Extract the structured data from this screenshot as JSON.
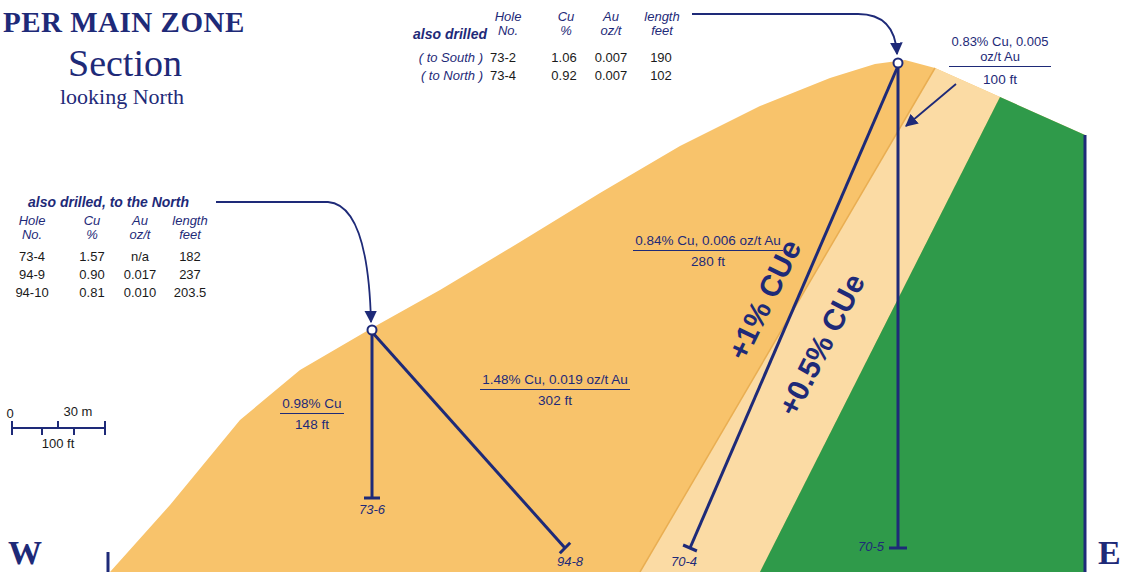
{
  "diagram": {
    "title": "PER MAIN ZONE",
    "labels": [
      "Section",
      "looking North",
      "also drilled",
      "Hole No.",
      "Cu %",
      "Au oz/t",
      "length feet",
      "( to South )",
      "73-2",
      "1.06",
      "0.007",
      "190",
      "( to North )",
      "73-4",
      "0.92",
      "0.007",
      "102",
      "also drilled, to the North",
      "Hole No.",
      "Cu %",
      "Au oz/t",
      "length feet",
      "73-4",
      "1.57",
      "n/a",
      "182",
      "94-9",
      "0.90",
      "0.017",
      "237",
      "94-10",
      "0.81",
      "0.010",
      "203.5",
      "0.98% Cu",
      "148 ft",
      "1.48% Cu, 0.019 oz/t Au",
      "302 ft",
      "0.84% Cu, 0.006 oz/t Au",
      "280 ft",
      "0.83% Cu, 0.005 oz/t Au",
      "100 ft",
      "+1% CUe",
      "+0.5% CUe",
      "0",
      "30 m",
      "100 ft",
      "73-6",
      "94-8",
      "70-4",
      "70-5",
      "W",
      "E"
    ]
  }
}
